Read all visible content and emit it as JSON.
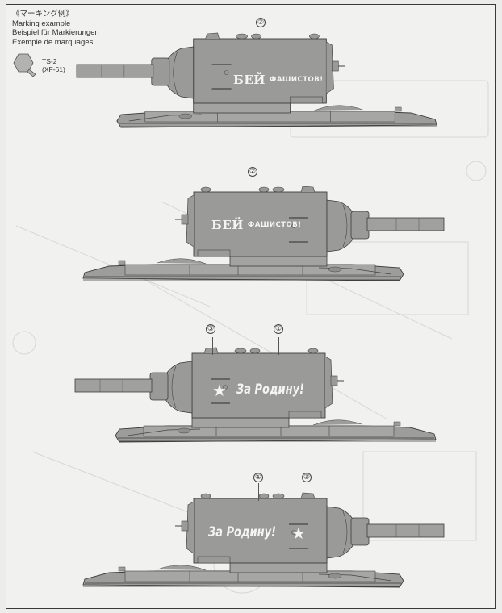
{
  "header": {
    "title_jp": "《マーキング例》",
    "title_en": "Marking example",
    "title_de": "Beispiel für Markierungen",
    "title_fr": "Exemple de marquages"
  },
  "paint": {
    "icon": "paint-hexagon-icon",
    "code": "TS-2",
    "alt_code": "(XF-61)",
    "color": "#9a9a98"
  },
  "tanks": [
    {
      "facing": "left",
      "callouts": [
        "②"
      ],
      "slogan_big": "БЕЙ",
      "slogan_small": "ФАШИСТОВ!"
    },
    {
      "facing": "right",
      "callouts": [
        "②"
      ],
      "slogan_big": "БЕЙ",
      "slogan_small": "ФАШИСТОВ!"
    },
    {
      "facing": "left",
      "callouts": [
        "③",
        "①"
      ],
      "star": "★",
      "slogan": "За Родину!"
    },
    {
      "facing": "right",
      "callouts": [
        "①",
        "③"
      ],
      "star": "★",
      "slogan": "За Родину!"
    }
  ]
}
